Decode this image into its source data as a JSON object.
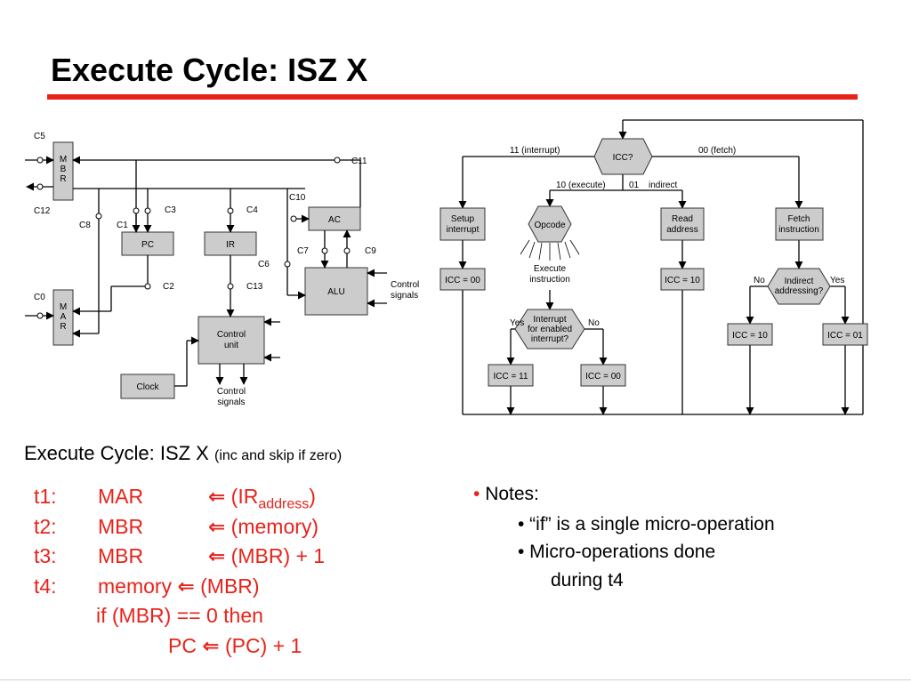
{
  "slide": {
    "title": "Execute Cycle: ISZ X",
    "subtitle": "Execute Cycle: ISZ X",
    "subtitle_paren": "(inc and skip if zero)"
  },
  "cpu_diagram": {
    "registers": {
      "mbr": "M\nB\nR",
      "mar": "M\nA\nR",
      "pc": "PC",
      "ir": "IR",
      "ac": "AC",
      "alu": "ALU",
      "control_unit": "Control\nunit",
      "clock": "Clock"
    },
    "control_points": [
      "C5",
      "C11",
      "C12",
      "C10",
      "C3",
      "C4",
      "C8",
      "C1",
      "C7",
      "C9",
      "C6",
      "C2",
      "C13",
      "C0"
    ],
    "control_signals_right": "Control\nsignals",
    "control_signals_bottom": "Control\nsignals"
  },
  "flowchart": {
    "icc_node": "ICC?",
    "branch_labels": {
      "interrupt": "11 (interrupt)",
      "fetch": "00 (fetch)",
      "execute": "10 (execute)",
      "indirect_code": "01",
      "indirect": "indirect"
    },
    "boxes": {
      "setup_interrupt": "Setup\ninterrupt",
      "read_address": "Read\naddress",
      "fetch_instruction": "Fetch\ninstruction",
      "opcode": "Opcode",
      "execute_instruction": "Execute\ninstruction",
      "interrupt_question": "Interrupt\nfor enabled\ninterrupt?",
      "indirect_question": "Indirect\naddressing?"
    },
    "assignments": {
      "icc00_left": "ICC = 00",
      "icc10_read": "ICC = 10",
      "icc11": "ICC = 11",
      "icc00_int": "ICC = 00",
      "icc10_indirect": "ICC = 10",
      "icc01": "ICC = 01"
    },
    "yes": "Yes",
    "no": "No"
  },
  "steps": [
    {
      "label": "t1:",
      "reg": "MAR",
      "arrow": "⇐",
      "rhs_pre": "(IR",
      "rhs_sub": "address",
      "rhs_post": ")"
    },
    {
      "label": "t2:",
      "reg": "MBR",
      "arrow": "⇐",
      "rhs_pre": "(memory)"
    },
    {
      "label": "t3:",
      "reg": "MBR",
      "arrow": "⇐",
      "rhs_pre": "(MBR) + 1"
    },
    {
      "label": "t4:",
      "reg": "memory",
      "arrow": "⇐",
      "rhs_pre": "(MBR)"
    },
    {
      "text": "if (MBR) == 0 then"
    },
    {
      "reg": "PC",
      "arrow": "⇐",
      "rhs_pre": "(PC) + 1"
    }
  ],
  "notes": {
    "bullet": "•",
    "heading": "Notes:",
    "items": [
      "• “if” is a single micro-operation",
      "•  Micro-operations done",
      "during t4"
    ]
  },
  "colors": {
    "accent": "#e8231b",
    "box_fill": "#cccccc"
  }
}
